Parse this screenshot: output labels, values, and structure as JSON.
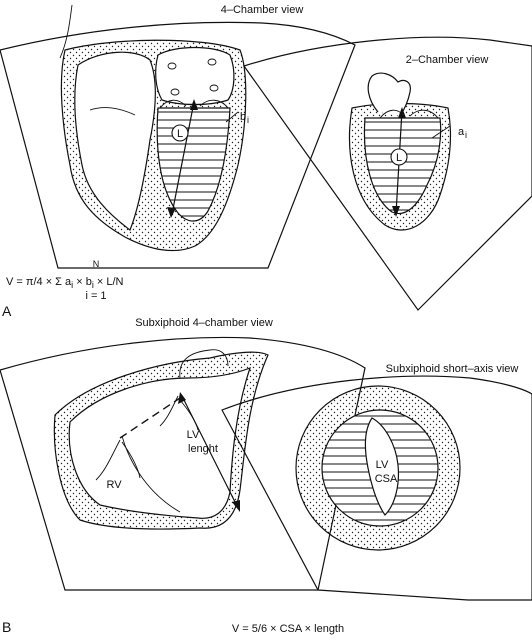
{
  "panel_a": {
    "letter": "A",
    "view1_title": "4–Chamber view",
    "view2_title": "2–Chamber view",
    "label_b": "b",
    "label_b_sub": "i",
    "label_a": "a",
    "label_a_sub": "i",
    "axis_label_1": "L",
    "axis_label_2": "L",
    "formula_main": "V = π/4 × Σ a",
    "formula_sub_i": "i",
    "formula_mid": " × b",
    "formula_sub_i2": "i",
    "formula_tail": " × L/N",
    "formula_upper": "N",
    "formula_lower": "i = 1"
  },
  "panel_b": {
    "letter": "B",
    "view1_title": "Subxiphoid 4–chamber view",
    "view2_title": "Subxiphoid short–axis view",
    "rv_label": "RV",
    "lv_length_line1": "LV",
    "lv_length_line2": "lenght",
    "lv_csa_line1": "LV",
    "lv_csa_line2": "CSA",
    "formula": "V = 5/6 × CSA × length"
  },
  "colors": {
    "line": "#111111",
    "background": "#ffffff"
  }
}
